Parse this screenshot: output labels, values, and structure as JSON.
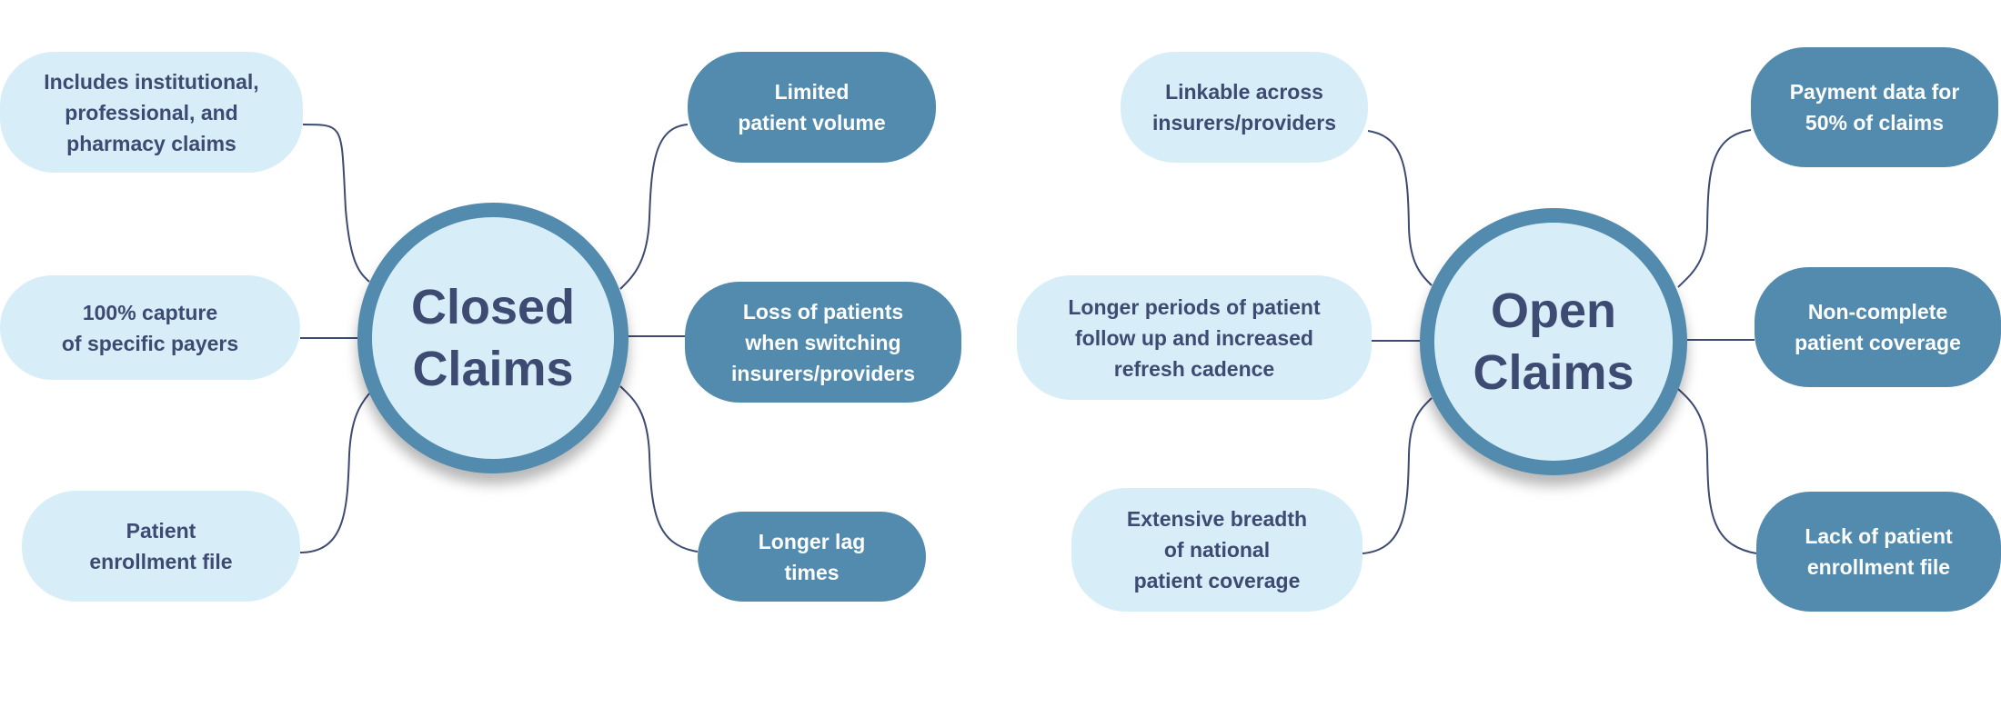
{
  "colors": {
    "light": "#d7eef8",
    "dark": "#528bad",
    "text": "#3d4a72",
    "line": "#3d4a72"
  },
  "closed": {
    "title": "Closed\nClaims",
    "left": [
      "Includes institutional,\nprofessional, and\npharmacy claims",
      "100% capture\nof specific payers",
      "Patient\nenrollment file"
    ],
    "right": [
      "Limited\npatient volume",
      "Loss of patients\nwhen switching\ninsurers/providers",
      "Longer lag\ntimes"
    ]
  },
  "open": {
    "title": "Open\nClaims",
    "left": [
      "Linkable across\ninsurers/providers",
      "Longer periods of patient\nfollow up and increased\nrefresh cadence",
      "Extensive breadth\nof national\npatient coverage"
    ],
    "right": [
      "Payment data for\n50% of claims",
      "Non-complete\npatient coverage",
      "Lack of patient\nenrollment file"
    ]
  }
}
